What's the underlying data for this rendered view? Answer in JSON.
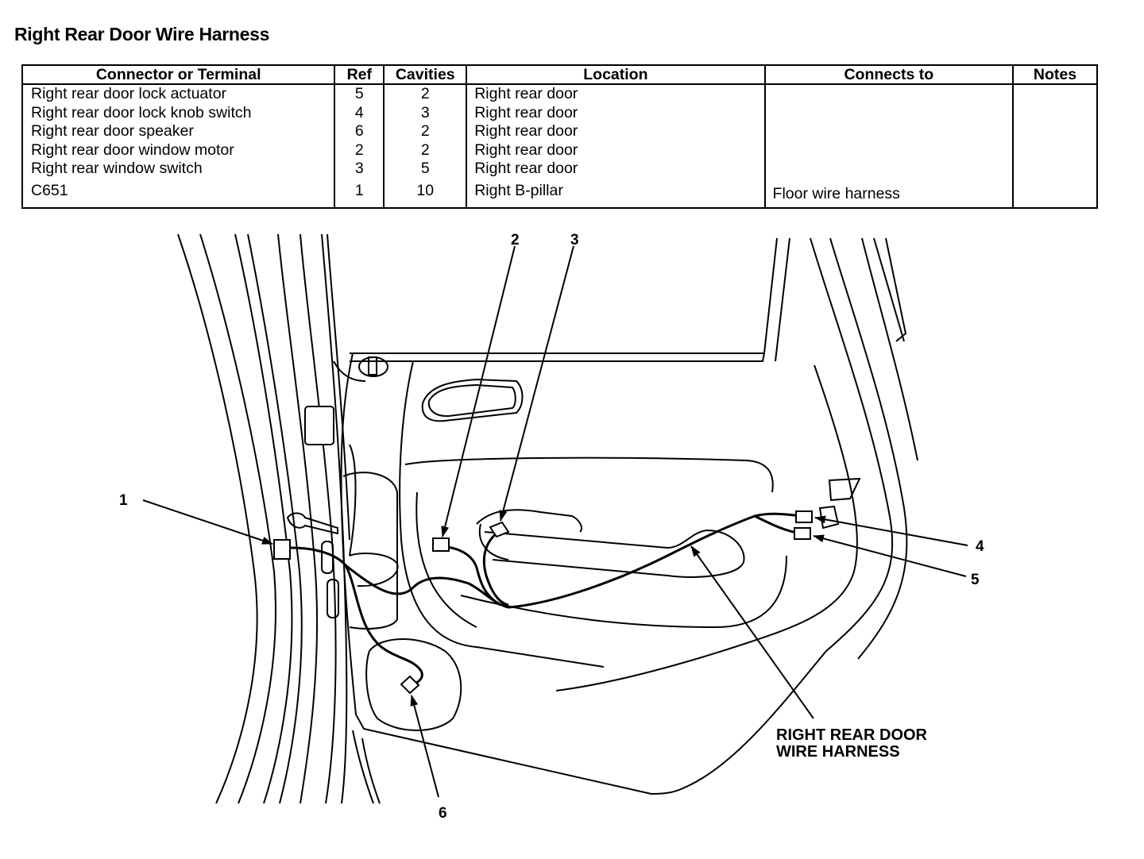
{
  "title": "Right Rear Door Wire Harness",
  "table": {
    "headers": [
      "Connector or Terminal",
      "Ref",
      "Cavities",
      "Location",
      "Connects to",
      "Notes"
    ],
    "rows": [
      {
        "connector": "Right rear door lock actuator",
        "ref": "5",
        "cavities": "2",
        "location": "Right rear door",
        "connects_to": "",
        "notes": ""
      },
      {
        "connector": "Right rear door lock knob switch",
        "ref": "4",
        "cavities": "3",
        "location": "Right rear door",
        "connects_to": "",
        "notes": ""
      },
      {
        "connector": "Right rear door speaker",
        "ref": "6",
        "cavities": "2",
        "location": "Right rear door",
        "connects_to": "",
        "notes": ""
      },
      {
        "connector": "Right rear door window motor",
        "ref": "2",
        "cavities": "2",
        "location": "Right rear door",
        "connects_to": "",
        "notes": ""
      },
      {
        "connector": "Right rear window switch",
        "ref": "3",
        "cavities": "5",
        "location": "Right rear door",
        "connects_to": "",
        "notes": ""
      },
      {
        "connector": "C651",
        "ref": "1",
        "cavities": "10",
        "location": "Right B-pillar",
        "connects_to": "Floor wire harness",
        "notes": ""
      }
    ]
  },
  "diagram": {
    "callouts": [
      "1",
      "2",
      "3",
      "4",
      "5",
      "6"
    ],
    "harness_label_line1": "RIGHT REAR DOOR",
    "harness_label_line2": "WIRE HARNESS"
  }
}
